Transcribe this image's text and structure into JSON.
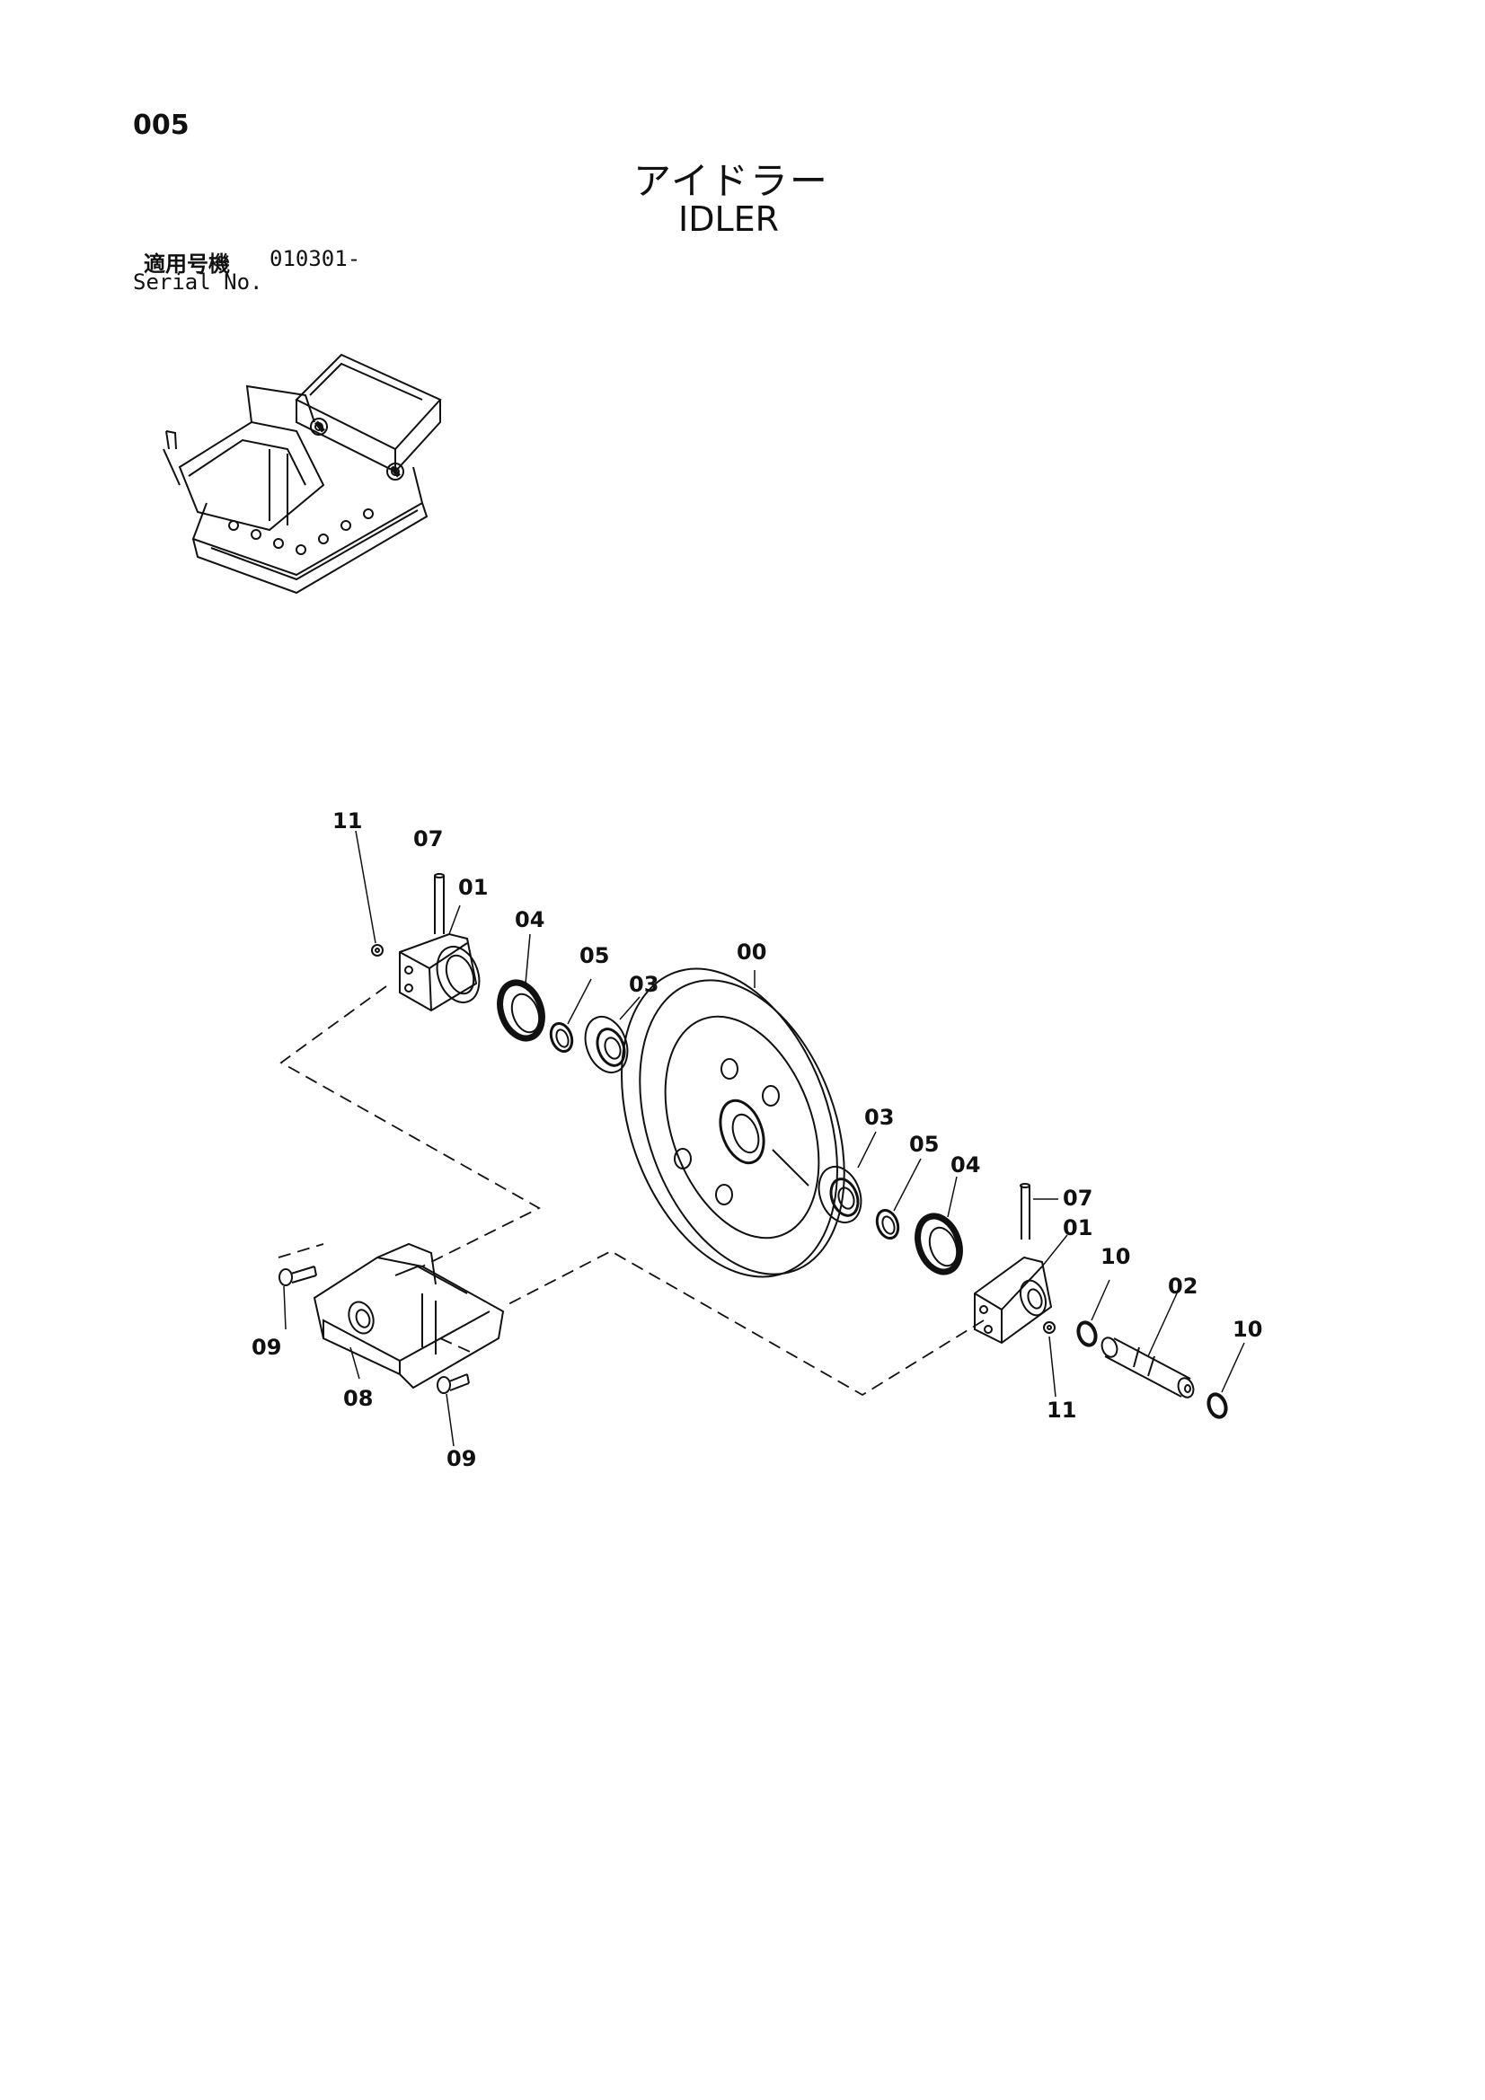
{
  "page": {
    "number": "005",
    "title_jp": "アイドラー",
    "title_en": "IDLER",
    "serial_label_jp": "適用号機",
    "serial_value": "010301-",
    "serial_label_en": "Serial No."
  },
  "parts": [
    {
      "id": "p11a",
      "label": "11"
    },
    {
      "id": "p07a",
      "label": "07"
    },
    {
      "id": "p01a",
      "label": "01"
    },
    {
      "id": "p04a",
      "label": "04"
    },
    {
      "id": "p05a",
      "label": "05"
    },
    {
      "id": "p03a",
      "label": "03"
    },
    {
      "id": "p00",
      "label": "00"
    },
    {
      "id": "p03b",
      "label": "03"
    },
    {
      "id": "p05b",
      "label": "05"
    },
    {
      "id": "p04b",
      "label": "04"
    },
    {
      "id": "p07b",
      "label": "07"
    },
    {
      "id": "p01b",
      "label": "01"
    },
    {
      "id": "p10a",
      "label": "10"
    },
    {
      "id": "p02",
      "label": "02"
    },
    {
      "id": "p10b",
      "label": "10"
    },
    {
      "id": "p11b",
      "label": "11"
    },
    {
      "id": "p09a",
      "label": "09"
    },
    {
      "id": "p08",
      "label": "08"
    },
    {
      "id": "p09b",
      "label": "09"
    }
  ]
}
